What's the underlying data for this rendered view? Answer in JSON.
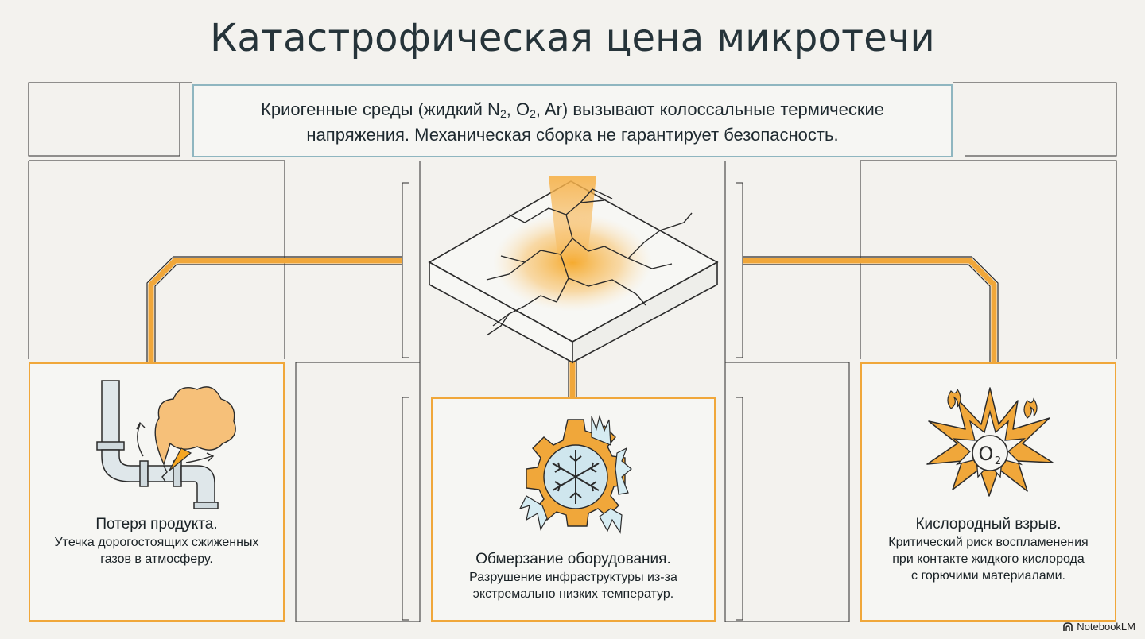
{
  "title": "Катастрофическая цена микротечи",
  "subtitle": {
    "line1_prefix": "Криогенные среды (жидкий N",
    "n_sub": "2",
    "sep1": ", O",
    "o_sub": "2",
    "line1_suffix": ", Ar) вызывают колоссальные термические",
    "line2": "напряжения. Механическая сборка не гарантирует безопасность."
  },
  "cards": [
    {
      "title": "Потеря продукта.",
      "desc": "Утечка дорогостоящих сжиженных\nгазов в атмосферу.",
      "icon": "pipe-leak-icon"
    },
    {
      "title": "Обмерзание оборудования.",
      "desc": "Разрушение инфраструктуры из-за\nэкстремально низких температур.",
      "icon": "frozen-gear-icon"
    },
    {
      "title": "Кислородный взрыв.",
      "desc": "Критический риск воспламенения\nпри контакте жидкого кислорода\nс горючими материалами.",
      "icon": "oxygen-explosion-icon"
    }
  ],
  "center_icon": "cracked-slab-icon",
  "o2_label": "O",
  "o2_sub": "2",
  "brand": "NotebookLM",
  "colors": {
    "accent": "#f0a73a",
    "teal": "#8fb6c0",
    "ice": "#cfe6ee",
    "text": "#1f2a30",
    "background": "#f3f2ee"
  }
}
